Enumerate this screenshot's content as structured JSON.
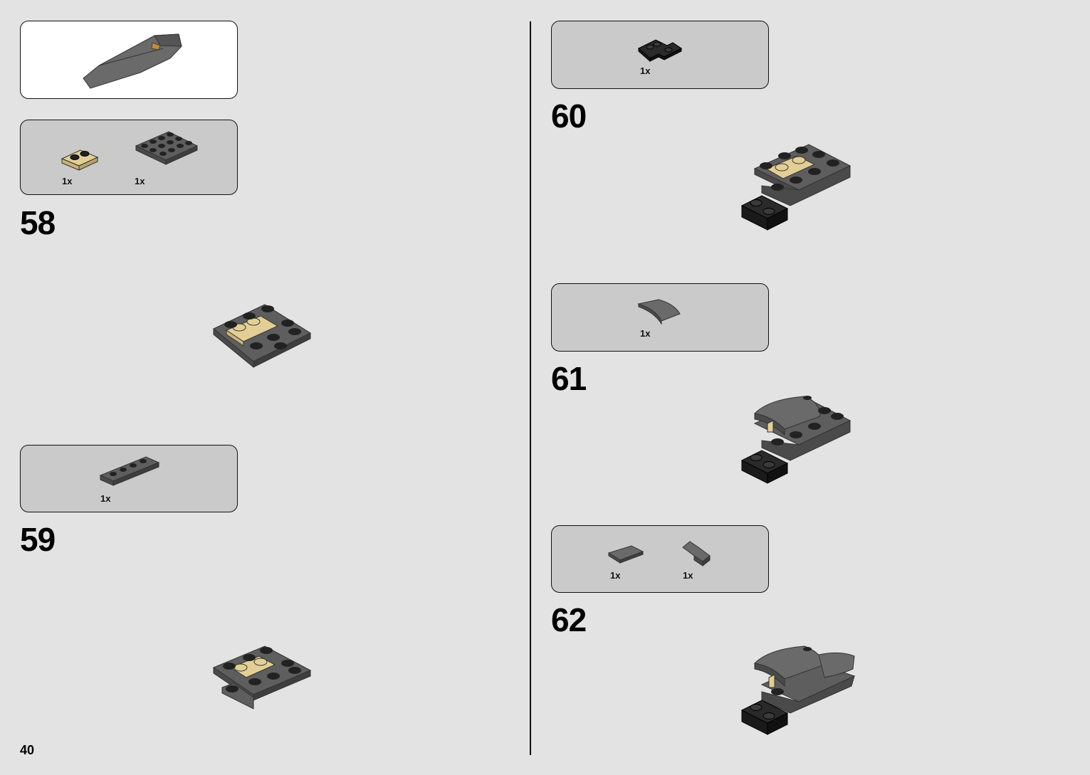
{
  "page_number": "40",
  "steps": [
    {
      "number": "58",
      "parts": [
        {
          "qty": "1x",
          "part": "tan-plate-1x2-icon"
        },
        {
          "qty": "1x",
          "part": "dark-gray-plate-4x4-icon"
        }
      ]
    },
    {
      "number": "59",
      "parts": [
        {
          "qty": "1x",
          "part": "dark-gray-plate-1x4-icon"
        }
      ]
    },
    {
      "number": "60",
      "parts": [
        {
          "qty": "1x",
          "part": "black-corner-plate-icon"
        }
      ]
    },
    {
      "number": "61",
      "parts": [
        {
          "qty": "1x",
          "part": "dark-gray-curved-slope-icon"
        }
      ]
    },
    {
      "number": "62",
      "parts": [
        {
          "qty": "1x",
          "part": "dark-gray-tile-icon"
        },
        {
          "qty": "1x",
          "part": "dark-gray-wedge-icon"
        }
      ]
    }
  ],
  "colors": {
    "background": "#e3e3e3",
    "callout_box": "#c9cac9",
    "dark_gray": "#5e5e5e",
    "black": "#222222",
    "tan": "#e3cf95"
  }
}
